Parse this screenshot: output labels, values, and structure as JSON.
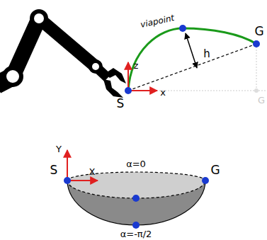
{
  "diagram": {
    "labels": [
      "viapoint",
      "h",
      "G",
      "S",
      "z",
      "x",
      "G",
      "Y",
      "X",
      "S",
      "G",
      "α=0",
      "α=-π/2"
    ]
  }
}
